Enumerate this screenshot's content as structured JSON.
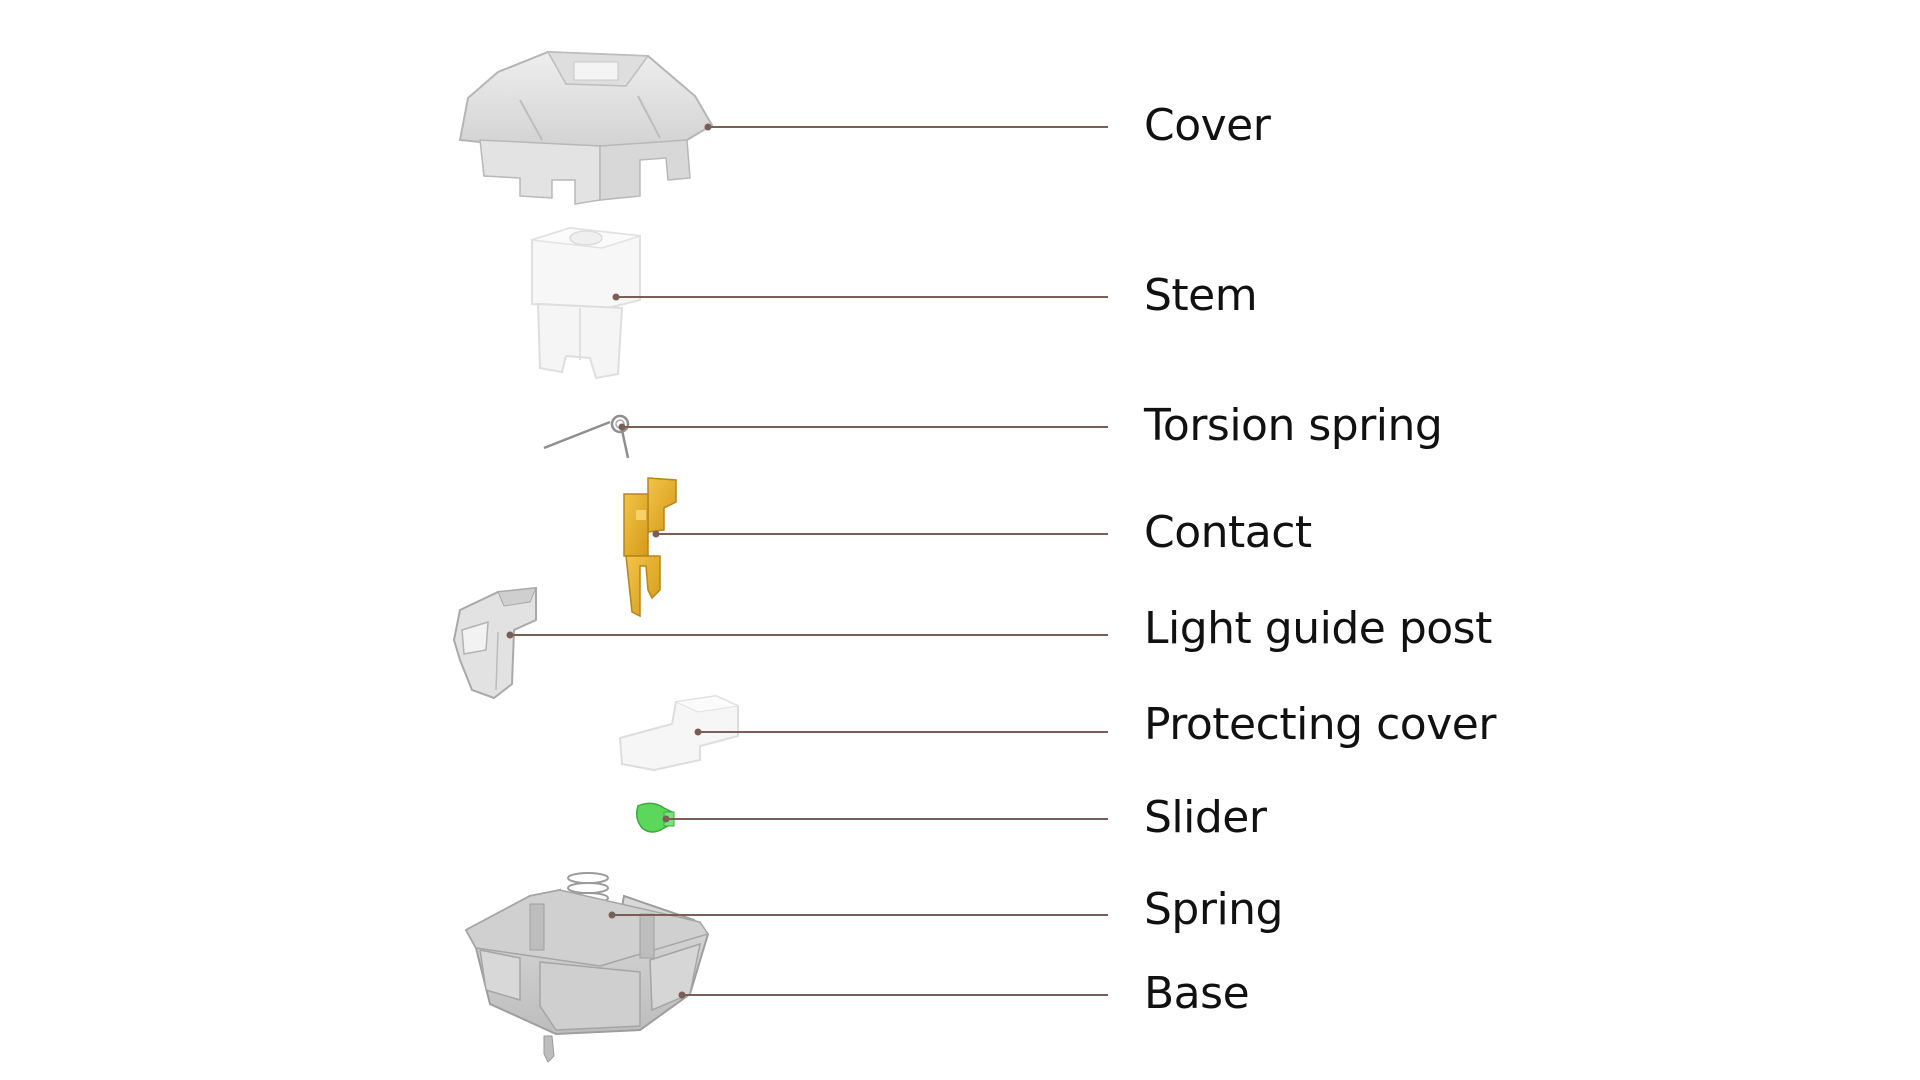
{
  "parts": [
    {
      "id": "cover",
      "label": "Cover"
    },
    {
      "id": "stem",
      "label": "Stem"
    },
    {
      "id": "torsion-spring",
      "label": "Torsion spring"
    },
    {
      "id": "contact",
      "label": "Contact"
    },
    {
      "id": "light-guide-post",
      "label": "Light guide post"
    },
    {
      "id": "protecting-cover",
      "label": "Protecting cover"
    },
    {
      "id": "slider",
      "label": "Slider"
    },
    {
      "id": "spring",
      "label": "Spring"
    },
    {
      "id": "base",
      "label": "Base"
    }
  ],
  "colors": {
    "leader_line": "#7a5f57",
    "text": "#111111",
    "contact_gold": "#e3ad2c",
    "slider_green": "#5bd85b",
    "housing_gray": "#c9c9c9"
  }
}
